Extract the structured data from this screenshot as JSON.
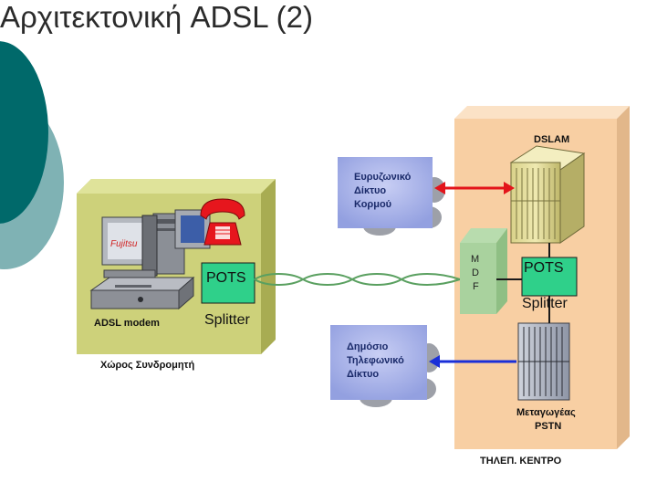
{
  "slide": {
    "title": "Αρχιτεκτονική ADSL (2)"
  },
  "customer": {
    "area_label": "Χώρος Συνδρομητή",
    "modem_label": "ADSL modem",
    "pots_label": "POTS",
    "splitter_label": "Splitter",
    "pc_brand": "Fujitsu"
  },
  "clouds": {
    "broadband": [
      "Ευρυζωνικό",
      "Δίκτυο",
      "Κορμού"
    ],
    "pstn": [
      "Δημόσιο",
      "Τηλεφωνικό",
      "Δίκτυο"
    ]
  },
  "exchange": {
    "dslam_label": "DSLAM",
    "mdf_letters": [
      "M",
      "D",
      "F"
    ],
    "pots_label": "POTS",
    "splitter_label": "Splitter",
    "switch_label": [
      "Μεταγωγέας",
      "PSTN"
    ],
    "area_label": "ΤΗΛΕΠ. ΚΕΝΤΡΟ"
  },
  "colors": {
    "background": "#ffffff",
    "left_shape": "#00696a",
    "left_shape_light": "#7fb2b4",
    "customer_box": "#cdd17a",
    "exchange_box": "#f8cfa3",
    "cloud": "#a9b4ea",
    "splitter_green": "#2fd08a",
    "line_green": "#5aa060",
    "link_red": "#e3141b",
    "link_blue": "#1a2fd8",
    "phone_red": "#e6161d"
  }
}
